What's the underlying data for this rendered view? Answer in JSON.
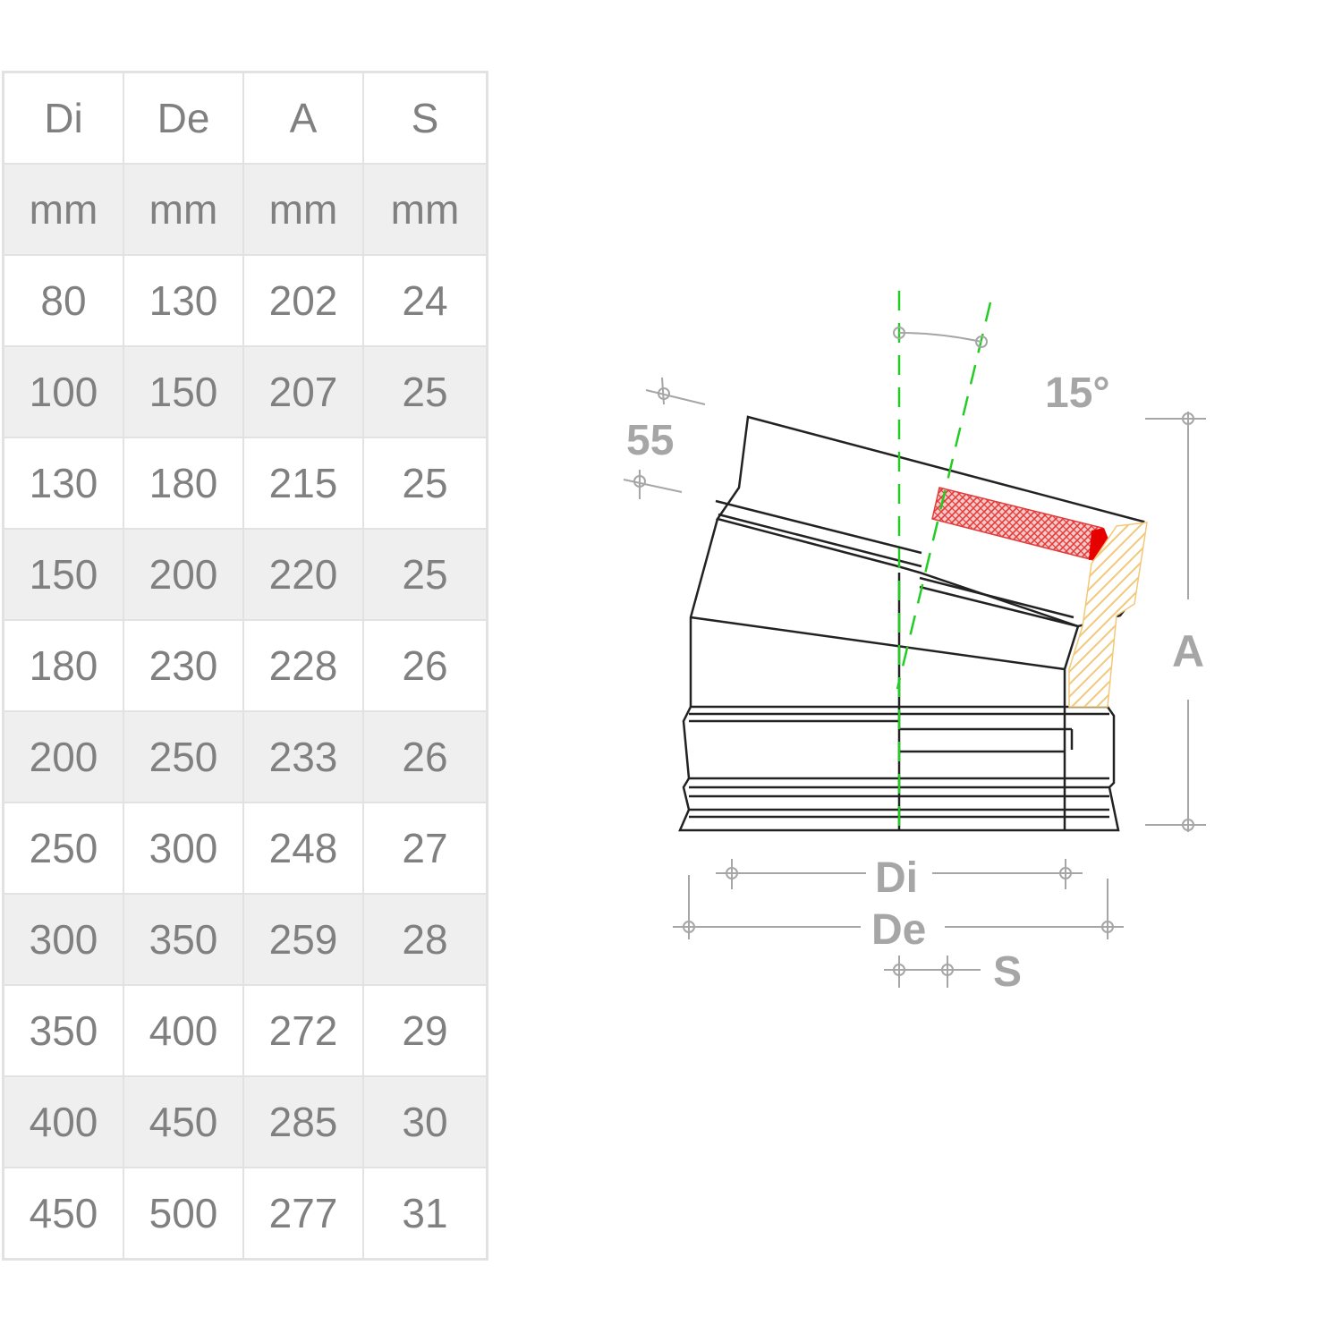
{
  "table": {
    "headers": [
      "Di",
      "De",
      "A",
      "S"
    ],
    "units": [
      "mm",
      "mm",
      "mm",
      "mm"
    ],
    "rows": [
      [
        "80",
        "130",
        "202",
        "24"
      ],
      [
        "100",
        "150",
        "207",
        "25"
      ],
      [
        "130",
        "180",
        "215",
        "25"
      ],
      [
        "150",
        "200",
        "220",
        "25"
      ],
      [
        "180",
        "230",
        "228",
        "26"
      ],
      [
        "200",
        "250",
        "233",
        "26"
      ],
      [
        "250",
        "300",
        "248",
        "27"
      ],
      [
        "300",
        "350",
        "259",
        "28"
      ],
      [
        "350",
        "400",
        "272",
        "29"
      ],
      [
        "400",
        "450",
        "285",
        "30"
      ],
      [
        "450",
        "500",
        "277",
        "31"
      ]
    ]
  },
  "drawing": {
    "angle_label": "15°",
    "overlap_label": "55",
    "height_label": "A",
    "inner_diameter_label": "Di",
    "outer_diameter_label": "De",
    "thickness_label": "S",
    "colors": {
      "axis": "#22cc22",
      "insulation": "#e23b3b",
      "section_hatch": "#f2c879",
      "dimension": "#a6a6a6",
      "outline": "#222222"
    }
  }
}
